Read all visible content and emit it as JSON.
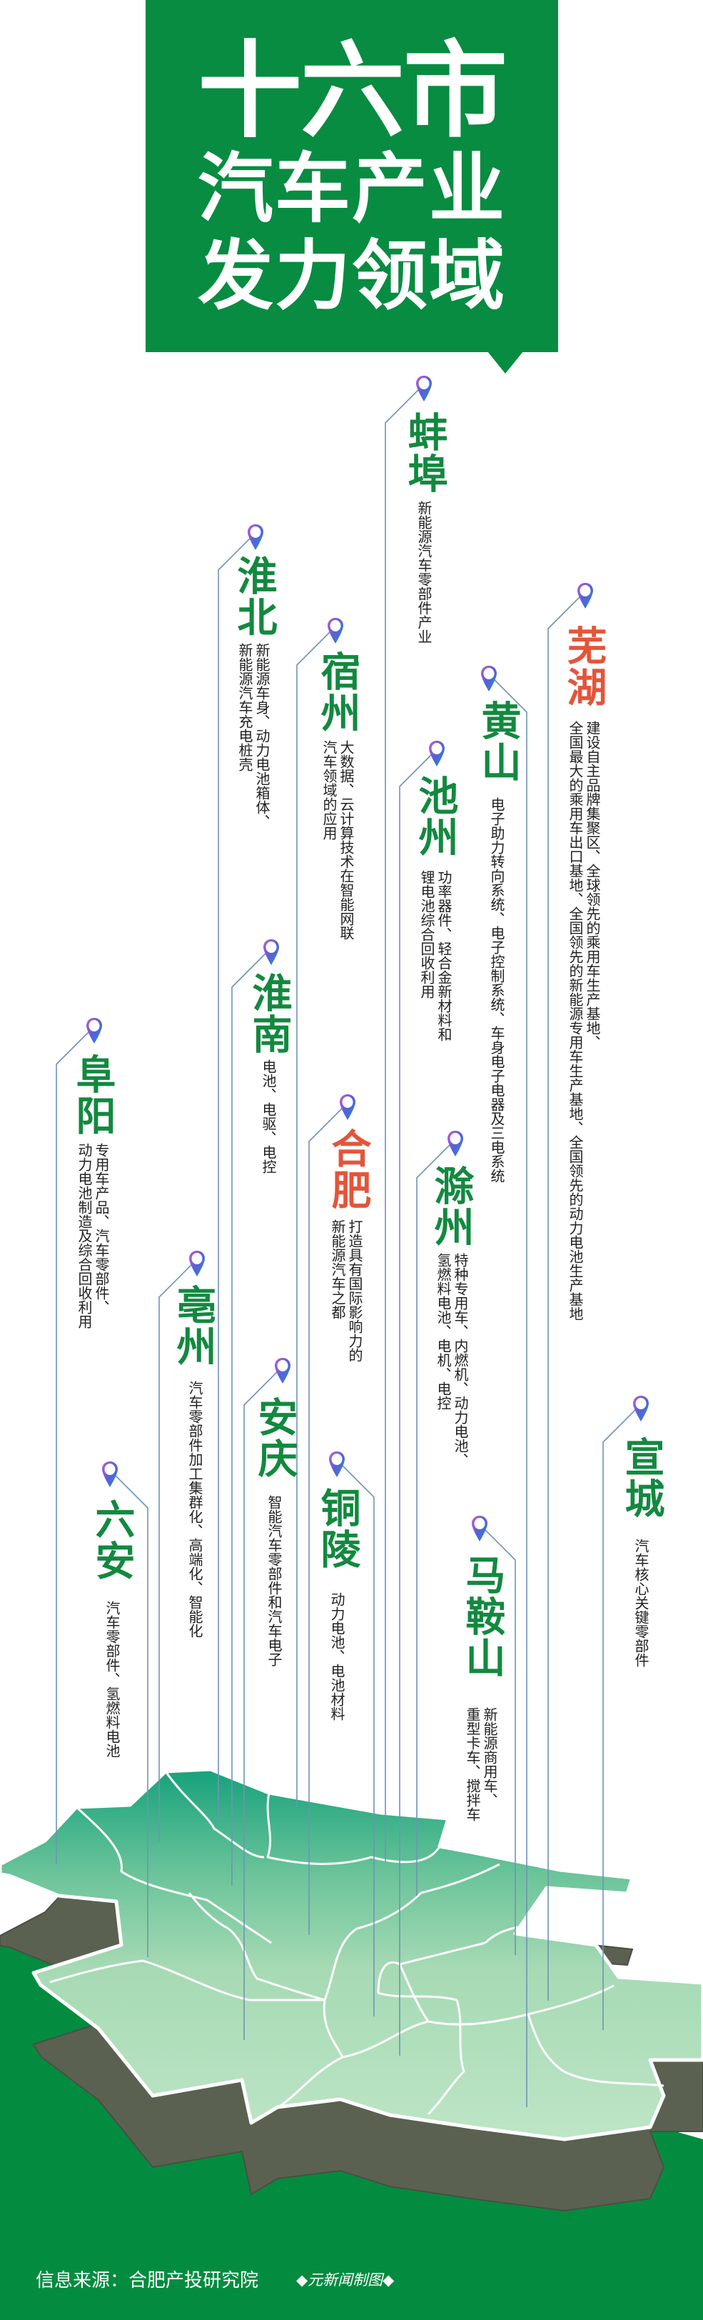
{
  "title": {
    "line1": "十六市",
    "line2": "汽车产业",
    "line3": "发力领域"
  },
  "colors": {
    "brand_green": "#078c41",
    "name_green": "#12893f",
    "name_highlight": "#e3553a",
    "map_side": "#5b6150"
  },
  "cities": [
    {
      "name": "蚌埠",
      "highlight": false,
      "desc": [
        "新能源汽车零部件产业"
      ]
    },
    {
      "name": "淮北",
      "highlight": false,
      "desc": [
        "新能源车身、动力电池箱体、",
        "新能源汽车充电桩壳"
      ]
    },
    {
      "name": "宿州",
      "highlight": false,
      "desc": [
        "大数据、云计算技术在智能网联",
        "汽车领域的应用"
      ]
    },
    {
      "name": "芜湖",
      "highlight": true,
      "desc": [
        "建设自主品牌集聚区、全球领先的乘用车生产基地、",
        "全国最大的乘用车出口基地、全国领先的新能源专用车生产基地、全国领先的动力电池生产基地"
      ]
    },
    {
      "name": "黄山",
      "highlight": false,
      "desc": [
        "电子助力转向系统、电子控制系统、车身电子电器及三电系统"
      ]
    },
    {
      "name": "池州",
      "highlight": false,
      "desc": [
        "功率器件、轻合金新材料和",
        "锂电池综合回收利用"
      ]
    },
    {
      "name": "淮南",
      "highlight": false,
      "desc": [
        "电池、电驱、电控"
      ]
    },
    {
      "name": "阜阳",
      "highlight": false,
      "desc": [
        "专用车产品、汽车零部件、",
        "动力电池制造及综合回收利用"
      ]
    },
    {
      "name": "合肥",
      "highlight": true,
      "desc": [
        "打造具有国际影响力的",
        "新能源汽车之都"
      ]
    },
    {
      "name": "滁州",
      "highlight": false,
      "desc": [
        "特种专用车、内燃机、动力电池、",
        "氢燃料电池、电机、电控"
      ]
    },
    {
      "name": "亳州",
      "highlight": false,
      "desc": [
        "汽车零部件加工集群化、高端化、智能化"
      ]
    },
    {
      "name": "安庆",
      "highlight": false,
      "desc": [
        "智能汽车零部件和汽车电子"
      ]
    },
    {
      "name": "六安",
      "highlight": false,
      "desc": [
        "汽车零部件、氢燃料电池"
      ]
    },
    {
      "name": "铜陵",
      "highlight": false,
      "desc": [
        "动力电池、电池材料"
      ]
    },
    {
      "name": "马鞍山",
      "highlight": false,
      "desc": [
        "新能源商用车、",
        "重型卡车、搅拌车"
      ]
    },
    {
      "name": "宣城",
      "highlight": false,
      "desc": [
        "汽车核心关键零部件"
      ]
    }
  ],
  "footer": {
    "source": "信息来源：合肥产投研究院",
    "credit": "◆元新闻制图◆"
  }
}
